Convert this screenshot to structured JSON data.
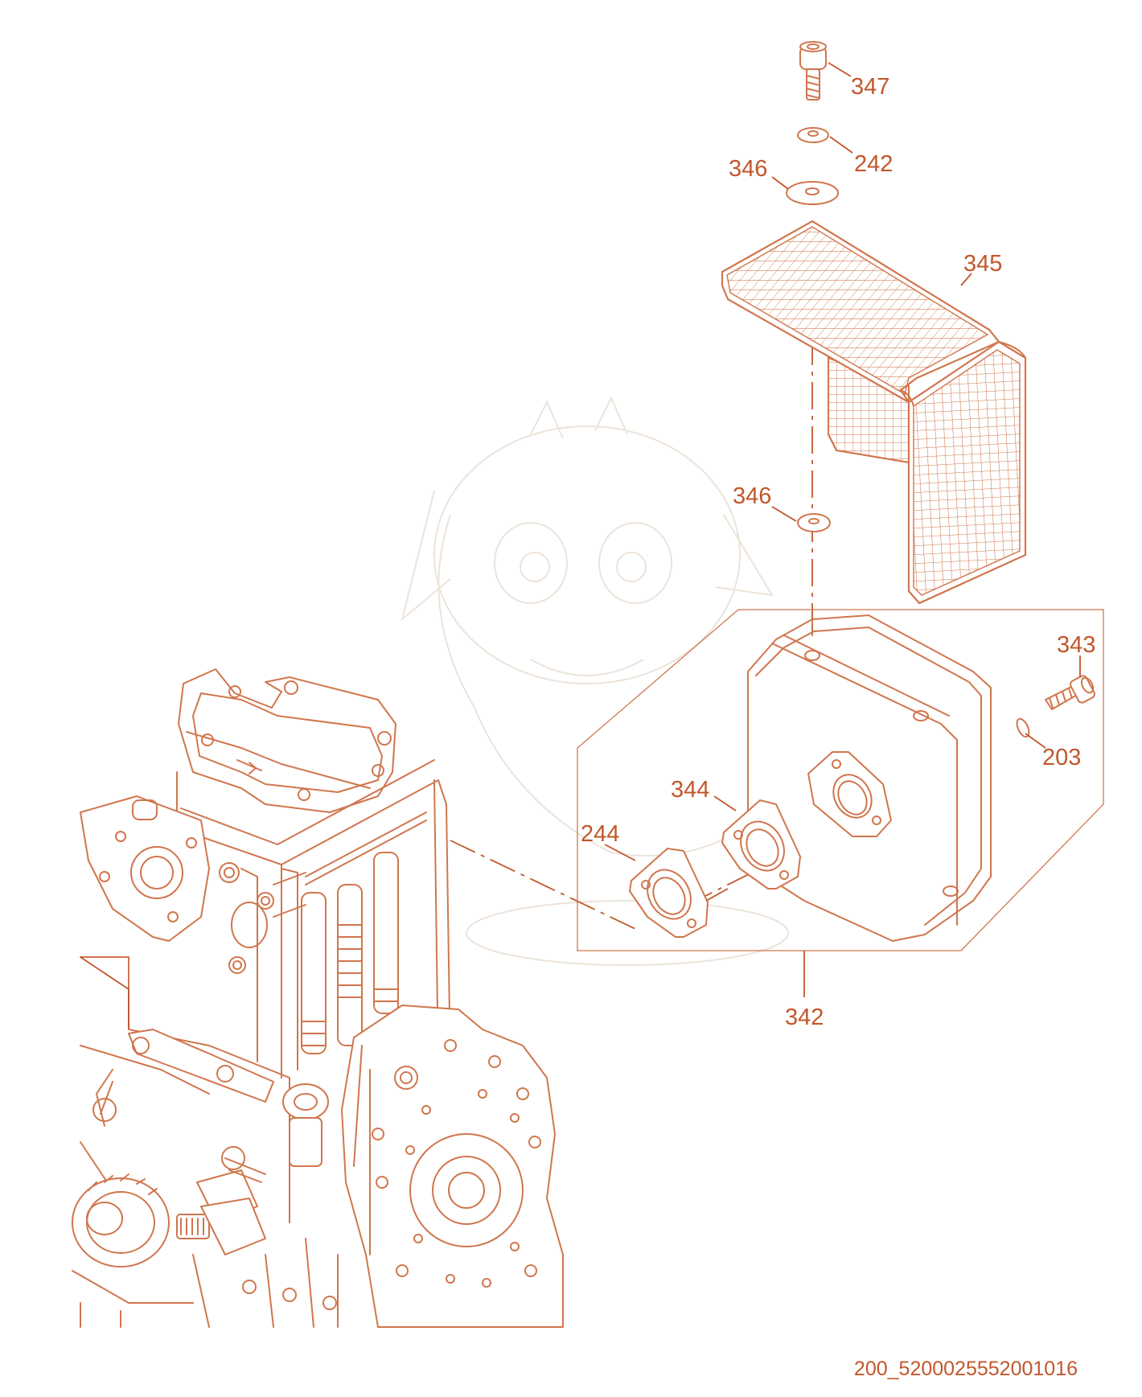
{
  "diagram": {
    "drawing_code": "200_5200025552001016",
    "callouts": [
      {
        "id": "callout-347",
        "label": "347"
      },
      {
        "id": "callout-242",
        "label": "242"
      },
      {
        "id": "callout-346-top",
        "label": "346"
      },
      {
        "id": "callout-345",
        "label": "345"
      },
      {
        "id": "callout-346-lower",
        "label": "346"
      },
      {
        "id": "callout-343",
        "label": "343"
      },
      {
        "id": "callout-203",
        "label": "203"
      },
      {
        "id": "callout-344",
        "label": "344"
      },
      {
        "id": "callout-244",
        "label": "244"
      },
      {
        "id": "callout-342",
        "label": "342"
      }
    ],
    "colors": {
      "line": "#d0764d",
      "label": "#c1572c",
      "watermark": "#ece3da",
      "background": "#ffffff"
    }
  }
}
